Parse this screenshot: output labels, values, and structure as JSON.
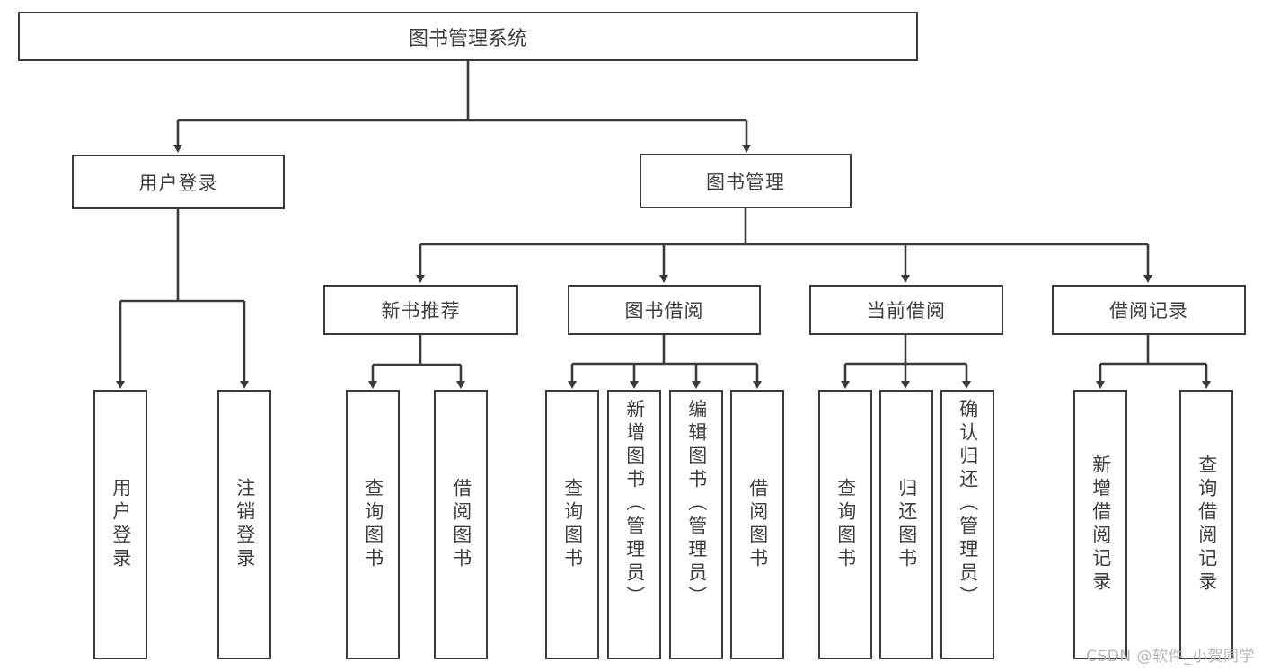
{
  "diagram": {
    "title": "图书管理系统",
    "type": "tree",
    "watermark": "CSDN @软件_小贺同学",
    "colors": {
      "border": "#3a3a3a",
      "text": "#3f3f3f",
      "background": "#ffffff",
      "watermark": "#b6b6b6"
    },
    "levels": {
      "root": "图书管理系统",
      "level2": [
        "用户登录",
        "图书管理"
      ],
      "level3": [
        "新书推荐",
        "图书借阅",
        "当前借阅",
        "借阅记录"
      ]
    },
    "nodes": {
      "root": {
        "label": "图书管理系统"
      },
      "user_login": {
        "label": "用户登录"
      },
      "book_manage": {
        "label": "图书管理"
      },
      "new_book_rec": {
        "label": "新书推荐"
      },
      "book_borrow": {
        "label": "图书借阅"
      },
      "current_borrow": {
        "label": "当前借阅"
      },
      "borrow_record": {
        "label": "借阅记录"
      },
      "leaf_user_login": {
        "label": "用户登录"
      },
      "leaf_logout": {
        "label": "注销登录"
      },
      "leaf_query_book_1": {
        "label": "查询图书"
      },
      "leaf_borrow_book_1": {
        "label": "借阅图书"
      },
      "leaf_query_book_2": {
        "label": "查询图书"
      },
      "leaf_add_book": {
        "label": "新增图书（管理员）"
      },
      "leaf_edit_book": {
        "label": "编辑图书（管理员）"
      },
      "leaf_borrow_book_2": {
        "label": "借阅图书"
      },
      "leaf_query_book_3": {
        "label": "查询图书"
      },
      "leaf_return_book": {
        "label": "归还图书"
      },
      "leaf_confirm_return": {
        "label": "确认归还（管理员）"
      },
      "leaf_add_record": {
        "label": "新增借阅记录"
      },
      "leaf_query_record": {
        "label": "查询借阅记录"
      }
    }
  }
}
